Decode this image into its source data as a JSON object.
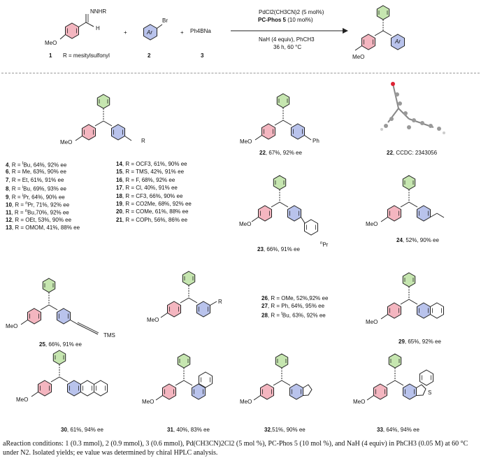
{
  "scheme": {
    "reagent1_imine": "NNHR",
    "reagent1_h": "H",
    "reagent1_ome": "MeO",
    "reagent1_label": "1",
    "reagent1_def": "R = mesitylsulfonyl",
    "plus1": "+",
    "plus2": "+",
    "reagent2_ar": "Ar",
    "reagent2_br": "Br",
    "reagent2_label": "2",
    "reagent3": "Ph4BNa",
    "reagent3_label": "3",
    "cond_line1": "PdCl2(CH3CN)2 (5 mol%)",
    "cond_line2_bold": "PC-Phos 5",
    "cond_line2_rest": " (10 mol%)",
    "cond_line3": "NaH (4 equiv),  PhCH3",
    "cond_line4": "36 h, 60 °C",
    "product_ome": "MeO",
    "product_ar": "Ar"
  },
  "series_a": {
    "ome": "MeO",
    "r": "R",
    "left": [
      {
        "num": "4",
        "text": ", R = ",
        "sup": "t",
        "rest": "Bu, 64%, 92% ee"
      },
      {
        "num": "6",
        "text": ", R = Me, 63%, 90% ee",
        "sup": "",
        "rest": ""
      },
      {
        "num": "7",
        "text": ", R = Et, 61%, 91% ee",
        "sup": "",
        "rest": ""
      },
      {
        "num": "8",
        "text": ", R = ",
        "sup": "i",
        "rest": "Bu, 69%, 93% ee"
      },
      {
        "num": "9",
        "text": ", R = ",
        "sup": "i",
        "rest": "Pr, 64%, 90% ee"
      },
      {
        "num": "10",
        "text": ", R = ",
        "sup": "n",
        "rest": "Pr, 71%, 92% ee"
      },
      {
        "num": "11",
        "text": ", R = ",
        "sup": "n",
        "rest": "Bu,70%, 92% ee"
      },
      {
        "num": "12",
        "text": ", R = OEt,  53%, 90% ee",
        "sup": "",
        "rest": ""
      },
      {
        "num": "13",
        "text": ", R = OMOM, 41%, 88% ee",
        "sup": "",
        "rest": ""
      }
    ],
    "right": [
      {
        "num": "14",
        "text": ", R = OCF3, 61%, 90% ee"
      },
      {
        "num": "15",
        "text": ", R = TMS, 42%, 91% ee"
      },
      {
        "num": "16",
        "text": ", R = F, 68%, 92% ee"
      },
      {
        "num": "17",
        "text": ", R = Cl, 40%, 91% ee"
      },
      {
        "num": "18",
        "text": ", R = CF3, 66%, 90% ee"
      },
      {
        "num": "19",
        "text": ", R = CO2Me, 68%, 92% ee"
      },
      {
        "num": "20",
        "text": ", R = COMe, 61%, 88% ee"
      },
      {
        "num": "21",
        "text": ", R = COPh, 56%, 86% ee"
      }
    ]
  },
  "c22": {
    "ome": "MeO",
    "sub": "Ph",
    "num": "22",
    "yield": ", 67%, 92% ee"
  },
  "xray": {
    "num": "22",
    "text": ", CCDC: 2343056"
  },
  "c23": {
    "ome": "MeO",
    "sub_sup": "n",
    "sub": "Pr",
    "num": "23",
    "yield": ", 66%, 91% ee"
  },
  "c24": {
    "ome": "MeO",
    "num": "24",
    "yield": ", 52%, 90% ee"
  },
  "c25": {
    "ome": "MeO",
    "sub": "TMS",
    "num": "25",
    "yield": ", 66%, 91% ee"
  },
  "meta": {
    "ome": "MeO",
    "r": "R",
    "rows": [
      {
        "num": "26",
        "text": ", R = OMe, 52%,92% ee"
      },
      {
        "num": "27",
        "text": ", R = Ph, 64%, 95% ee"
      },
      {
        "num": "28",
        "text": ", R = ",
        "sup": "t",
        "rest": "Bu, 63%, 92% ee"
      }
    ]
  },
  "c29": {
    "ome": "MeO",
    "num": "29",
    "yield": ", 65%, 92% ee"
  },
  "c30": {
    "ome": "MeO",
    "num": "30",
    "yield": ", 61%, 94% ee"
  },
  "c31": {
    "ome": "MeO",
    "num": "31",
    "yield": ", 40%, 83% ee"
  },
  "c32": {
    "ome": "MeO",
    "num": "32",
    "yield": ",51%, 90% ee"
  },
  "c33": {
    "ome": "MeO",
    "sub": "S",
    "num": "33",
    "yield": ", 64%, 94% ee"
  },
  "footnote": "aReaction conditions: 1 (0.3 mmol), 2 (0.9 mmol), 3 (0.6 mmol), Pd(CH3CN)2Cl2 (5 mol %), PC-Phos 5 (10 mol %), and NaH (4 equiv) in PhCH3 (0.05 M) at 60 °C under N2. Isolated yields; ee value was determined by chiral HPLC analysis.",
  "colors": {
    "pink": "#f4b6c0",
    "blue": "#b9c3ec",
    "green": "#c6e6b0"
  }
}
